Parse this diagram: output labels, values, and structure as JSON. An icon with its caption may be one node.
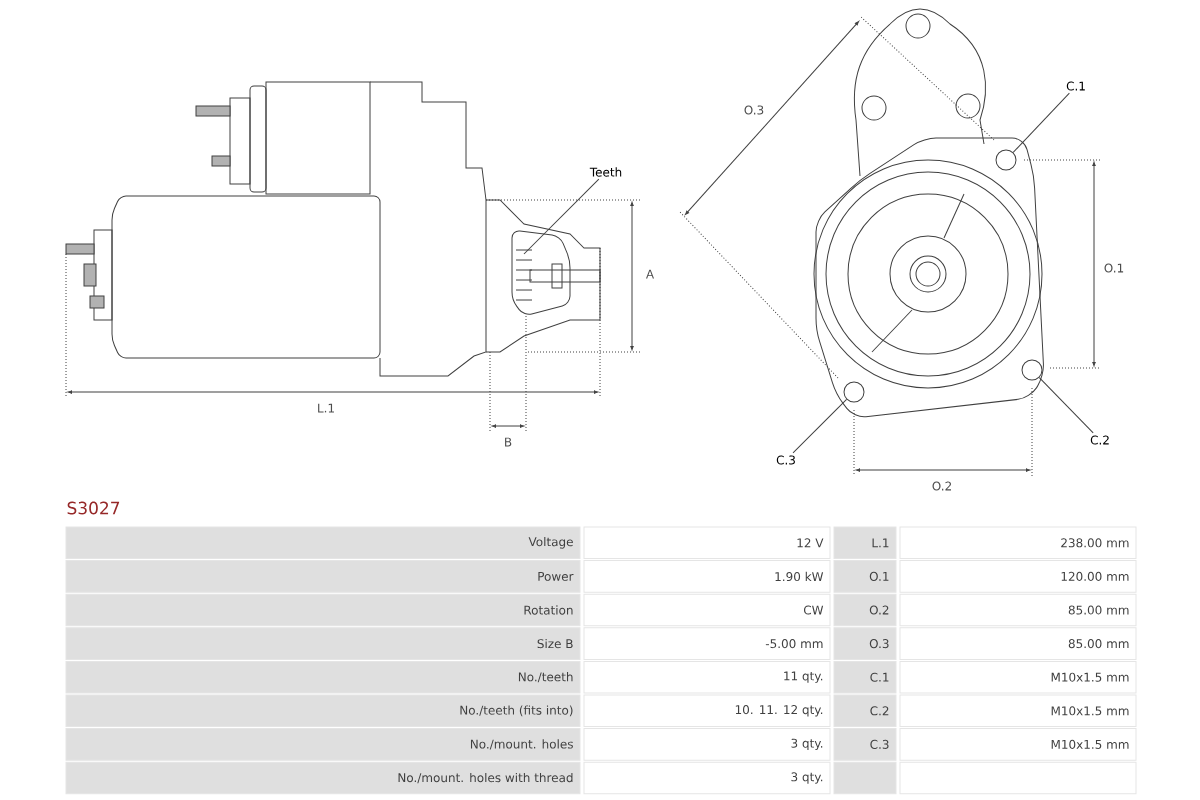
{
  "diagram": {
    "title": "S3027",
    "nodes": [
      {
        "text": [
          "Teeth"
        ]
      },
      {
        "text": [
          "C.1"
        ]
      },
      {
        "text": [],
        "shape": "circle"
      },
      {
        "text": [
          "C.2"
        ]
      },
      {
        "text": [],
        "shape": "circle"
      },
      {
        "text": [
          "C.3"
        ]
      },
      {
        "text": [],
        "shape": "circle"
      }
    ],
    "edges": [
      {
        "from": 0,
        "to": null,
        "arrow": "none"
      },
      {
        "from": 1,
        "to": 2,
        "arrow": "none"
      },
      {
        "from": 3,
        "to": 4,
        "arrow": "none"
      },
      {
        "from": 5,
        "to": 6,
        "arrow": "none"
      }
    ],
    "labels": [
      "O.3",
      "A",
      "O.1",
      "L.1",
      "B",
      "O.2",
      "Voltage",
      "12 V",
      "L.1",
      "238.00 mm",
      "Power",
      "1.90 kW",
      "O.1",
      "120.00 mm",
      "Rotation",
      "CW",
      "O.2",
      "85.00 mm",
      "Size B",
      "-5.00 mm",
      "O.3",
      "85.00 mm",
      "No./teeth",
      "11 qty.",
      "C.1",
      "M10x1.5 mm",
      "No./teeth (fits into)",
      "10. 11. 12 qty.",
      "C.2",
      "M10x1.5 mm",
      "No./mount. holes",
      "3 qty.",
      "C.3",
      "M10x1.5 mm",
      "No./mount. holes with thread",
      "3 qty."
    ]
  }
}
